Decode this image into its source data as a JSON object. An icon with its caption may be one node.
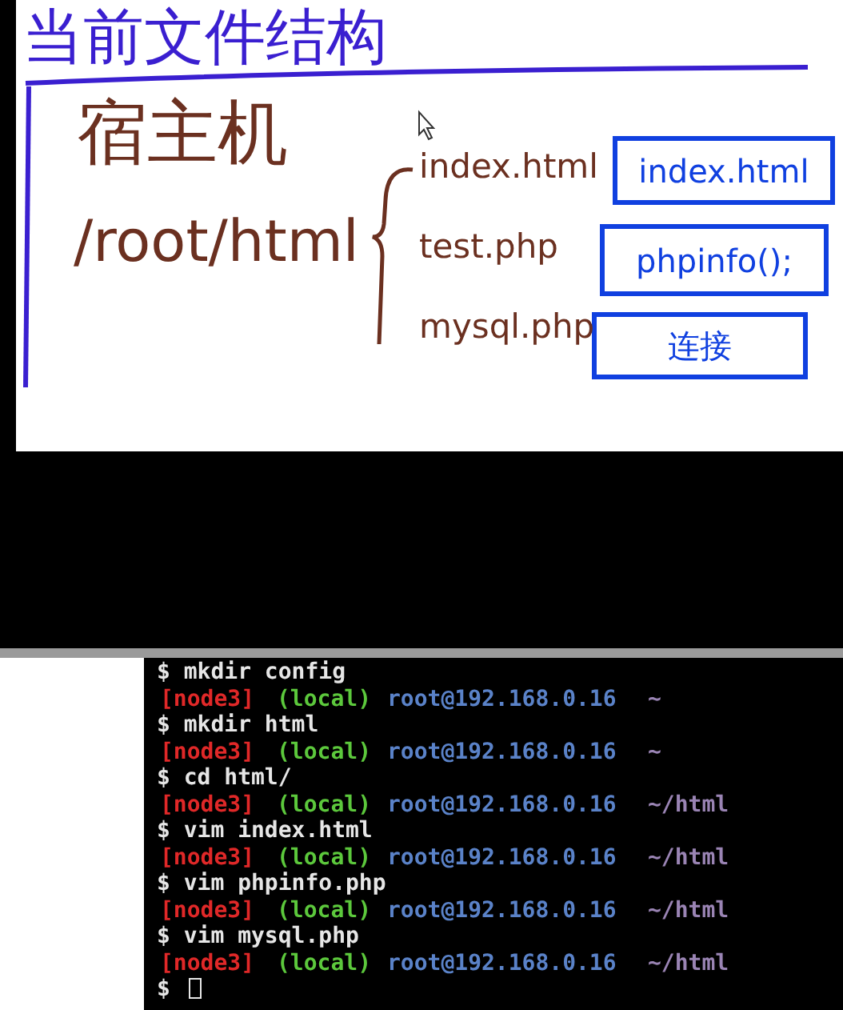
{
  "diagram": {
    "title": "当前文件结构",
    "nodes": [
      {
        "text": [
          "index.html"
        ]
      },
      {
        "text": [
          "phpinfo();"
        ]
      },
      {
        "text": [
          "连接"
        ]
      }
    ],
    "labels": [
      "宿主机",
      "/root/html",
      "index.html",
      "test.php",
      "mysql.php",
      "$ mkdir config",
      "[node3]",
      "(local)",
      "root@192.168.0.16",
      "~",
      "$ mkdir html",
      "[node3]",
      "(local)",
      "root@192.168.0.16",
      "~",
      "$ cd html/",
      "[node3]",
      "(local)",
      "root@192.168.0.16",
      "~/html",
      "$ vim index.html",
      "[node3]",
      "(local)",
      "root@192.168.0.16",
      "~/html",
      "$ vim phpinfo.php",
      "[node3]",
      "(local)",
      "root@192.168.0.16",
      "~/html",
      "$ vim mysql.php",
      "[node3]",
      "(local)",
      "root@192.168.0.16",
      "~/html",
      "$"
    ]
  }
}
